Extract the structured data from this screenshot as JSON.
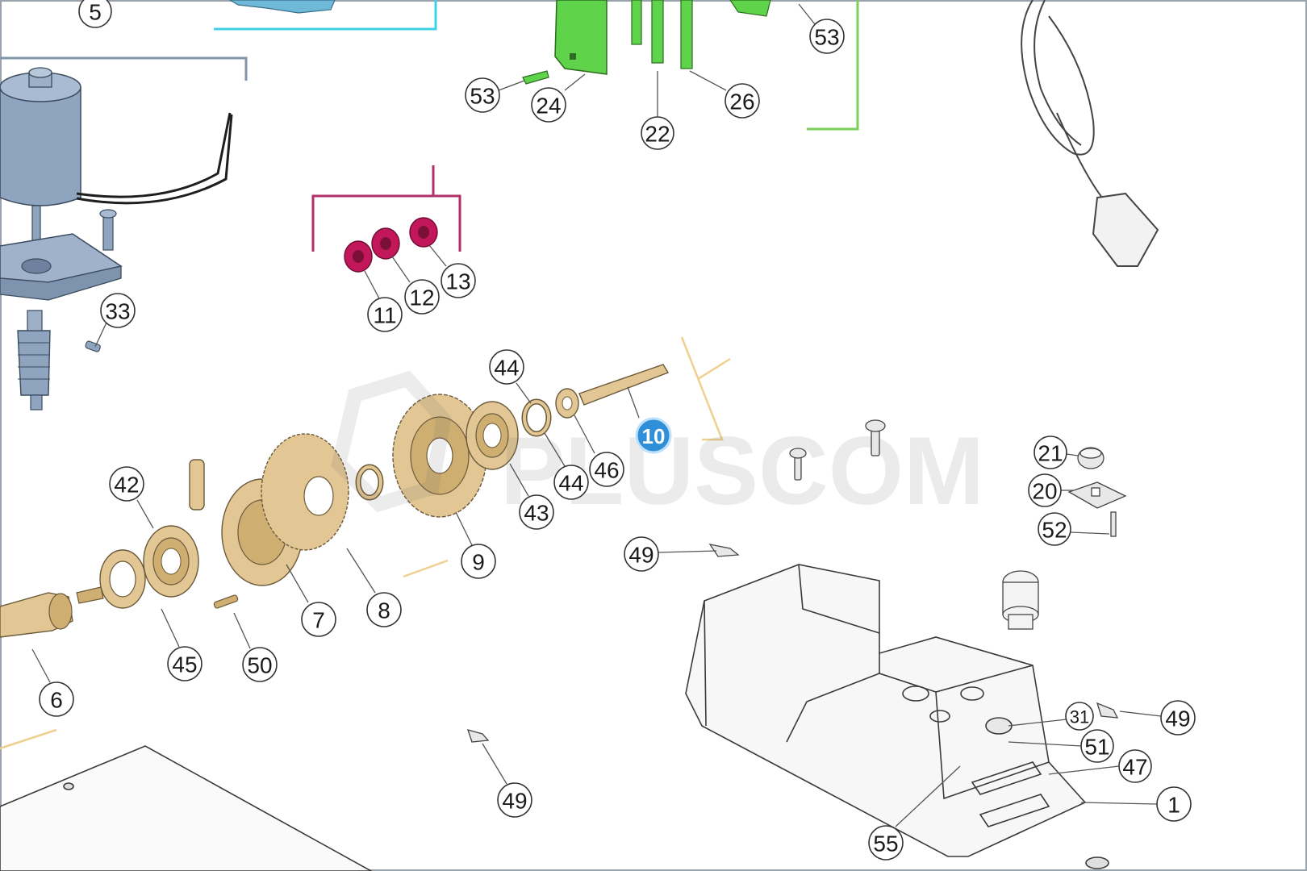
{
  "watermark": "PLUSCOM",
  "highlighted_part": "10",
  "colors": {
    "motor": "#8fa4bf",
    "gear_parts": "#e2c795",
    "pink_parts": "#c2185b",
    "green_parts": "#5fd44a",
    "highlight": "#2f8fd8",
    "cyan_bracket": "#3fd0e8",
    "green_bracket": "#7ccf5a",
    "pink_bracket": "#b0306a",
    "gold_line": "#f0d090"
  },
  "callouts": [
    "5",
    "53",
    "24",
    "22",
    "26",
    "53",
    "11",
    "12",
    "13",
    "33",
    "44",
    "10",
    "44",
    "46",
    "42",
    "43",
    "9",
    "8",
    "7",
    "45",
    "50",
    "6",
    "21",
    "20",
    "52",
    "49",
    "49",
    "31",
    "51",
    "47",
    "1",
    "55",
    "49"
  ]
}
